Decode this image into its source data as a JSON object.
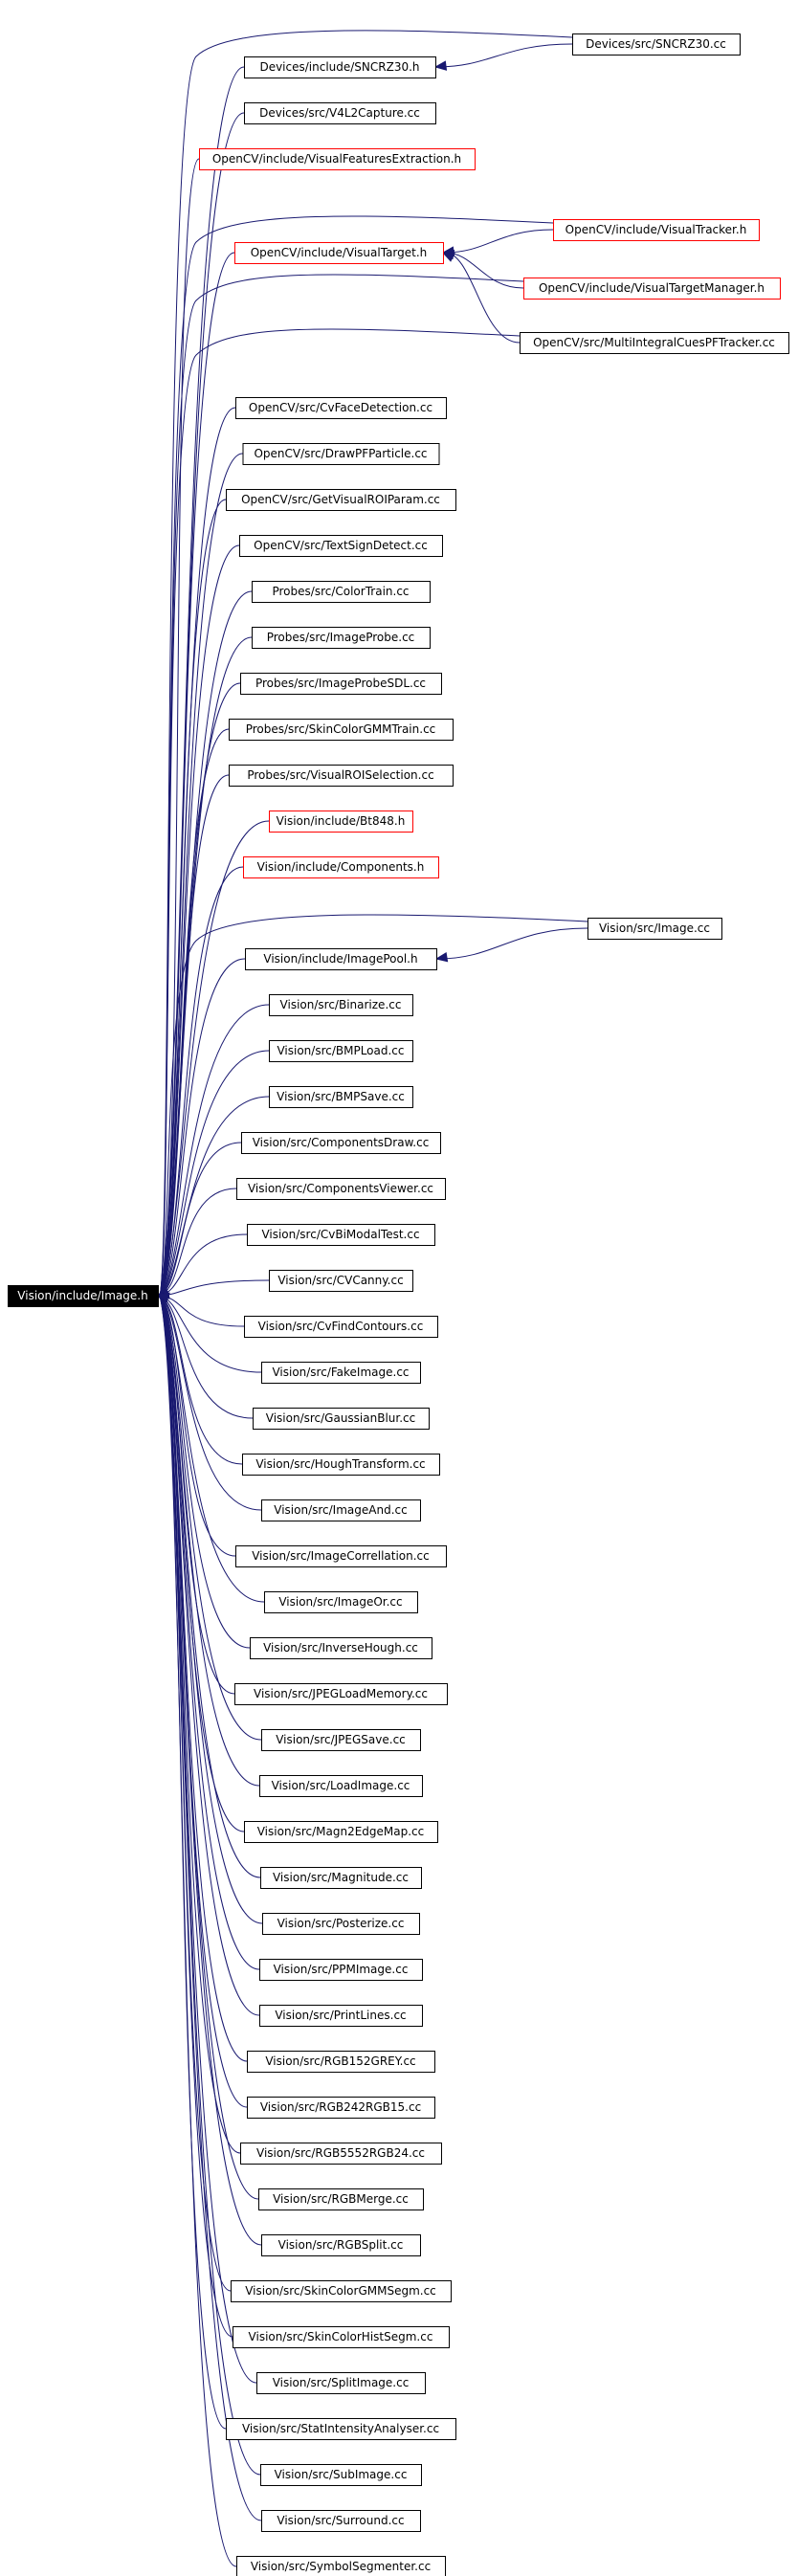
{
  "colors": {
    "edge": "#191970",
    "root_fill": "#000000",
    "link_border": "#ff0000",
    "box_border": "#000000"
  },
  "root": {
    "label": "Vision/include/Image.h"
  },
  "nodes": [
    {
      "id": "devices-src-sncrz30",
      "label": "Devices/src/SNCRZ30.cc",
      "style": "black"
    },
    {
      "id": "devices-include-sncrz30",
      "label": "Devices/include/SNCRZ30.h",
      "style": "black"
    },
    {
      "id": "devices-src-v4l2capture",
      "label": "Devices/src/V4L2Capture.cc",
      "style": "black"
    },
    {
      "id": "opencv-include-visualfeaturesextraction",
      "label": "OpenCV/include/VisualFeaturesExtraction.h",
      "style": "red"
    },
    {
      "id": "opencv-include-visualtracker",
      "label": "OpenCV/include/VisualTracker.h",
      "style": "red"
    },
    {
      "id": "opencv-include-visualtarget",
      "label": "OpenCV/include/VisualTarget.h",
      "style": "red"
    },
    {
      "id": "opencv-include-visualtargetmanager",
      "label": "OpenCV/include/VisualTargetManager.h",
      "style": "red"
    },
    {
      "id": "opencv-src-multiintegralcuespftracker",
      "label": "OpenCV/src/MultiIntegralCuesPFTracker.cc",
      "style": "black"
    },
    {
      "id": "opencv-src-cvfacedetection",
      "label": "OpenCV/src/CvFaceDetection.cc",
      "style": "black"
    },
    {
      "id": "opencv-src-drawpfparticle",
      "label": "OpenCV/src/DrawPFParticle.cc",
      "style": "black"
    },
    {
      "id": "opencv-src-getvisualroiparam",
      "label": "OpenCV/src/GetVisualROIParam.cc",
      "style": "black"
    },
    {
      "id": "opencv-src-textsigndetect",
      "label": "OpenCV/src/TextSignDetect.cc",
      "style": "black"
    },
    {
      "id": "probes-src-colortrain",
      "label": "Probes/src/ColorTrain.cc",
      "style": "black"
    },
    {
      "id": "probes-src-imageprobe",
      "label": "Probes/src/ImageProbe.cc",
      "style": "black"
    },
    {
      "id": "probes-src-imageprobesdl",
      "label": "Probes/src/ImageProbeSDL.cc",
      "style": "black"
    },
    {
      "id": "probes-src-skincolorgmmtrain",
      "label": "Probes/src/SkinColorGMMTrain.cc",
      "style": "black"
    },
    {
      "id": "probes-src-visualroiselection",
      "label": "Probes/src/VisualROISelection.cc",
      "style": "black"
    },
    {
      "id": "vision-include-bt848",
      "label": "Vision/include/Bt848.h",
      "style": "red"
    },
    {
      "id": "vision-include-components",
      "label": "Vision/include/Components.h",
      "style": "red"
    },
    {
      "id": "vision-src-image",
      "label": "Vision/src/Image.cc",
      "style": "black"
    },
    {
      "id": "vision-include-imagepool",
      "label": "Vision/include/ImagePool.h",
      "style": "black"
    },
    {
      "id": "vision-src-binarize",
      "label": "Vision/src/Binarize.cc",
      "style": "black"
    },
    {
      "id": "vision-src-bmpload",
      "label": "Vision/src/BMPLoad.cc",
      "style": "black"
    },
    {
      "id": "vision-src-bmpsave",
      "label": "Vision/src/BMPSave.cc",
      "style": "black"
    },
    {
      "id": "vision-src-componentsdraw",
      "label": "Vision/src/ComponentsDraw.cc",
      "style": "black"
    },
    {
      "id": "vision-src-componentsviewer",
      "label": "Vision/src/ComponentsViewer.cc",
      "style": "black"
    },
    {
      "id": "vision-src-cvbimodaltest",
      "label": "Vision/src/CvBiModalTest.cc",
      "style": "black"
    },
    {
      "id": "vision-src-cvcanny",
      "label": "Vision/src/CVCanny.cc",
      "style": "black"
    },
    {
      "id": "vision-src-cvfindcontours",
      "label": "Vision/src/CvFindContours.cc",
      "style": "black"
    },
    {
      "id": "vision-src-fakeimage",
      "label": "Vision/src/FakeImage.cc",
      "style": "black"
    },
    {
      "id": "vision-src-gaussianblur",
      "label": "Vision/src/GaussianBlur.cc",
      "style": "black"
    },
    {
      "id": "vision-src-houghtransform",
      "label": "Vision/src/HoughTransform.cc",
      "style": "black"
    },
    {
      "id": "vision-src-imageand",
      "label": "Vision/src/ImageAnd.cc",
      "style": "black"
    },
    {
      "id": "vision-src-imagecorrellation",
      "label": "Vision/src/ImageCorrellation.cc",
      "style": "black"
    },
    {
      "id": "vision-src-imageor",
      "label": "Vision/src/ImageOr.cc",
      "style": "black"
    },
    {
      "id": "vision-src-inversehough",
      "label": "Vision/src/InverseHough.cc",
      "style": "black"
    },
    {
      "id": "vision-src-jpegloadmemory",
      "label": "Vision/src/JPEGLoadMemory.cc",
      "style": "black"
    },
    {
      "id": "vision-src-jpegsave",
      "label": "Vision/src/JPEGSave.cc",
      "style": "black"
    },
    {
      "id": "vision-src-loadimage",
      "label": "Vision/src/LoadImage.cc",
      "style": "black"
    },
    {
      "id": "vision-src-magn2edgemap",
      "label": "Vision/src/Magn2EdgeMap.cc",
      "style": "black"
    },
    {
      "id": "vision-src-magnitude",
      "label": "Vision/src/Magnitude.cc",
      "style": "black"
    },
    {
      "id": "vision-src-posterize",
      "label": "Vision/src/Posterize.cc",
      "style": "black"
    },
    {
      "id": "vision-src-ppmimage",
      "label": "Vision/src/PPMImage.cc",
      "style": "black"
    },
    {
      "id": "vision-src-printlines",
      "label": "Vision/src/PrintLines.cc",
      "style": "black"
    },
    {
      "id": "vision-src-rgb152grey",
      "label": "Vision/src/RGB152GREY.cc",
      "style": "black"
    },
    {
      "id": "vision-src-rgb242rgb15",
      "label": "Vision/src/RGB242RGB15.cc",
      "style": "black"
    },
    {
      "id": "vision-src-rgb5552rgb24",
      "label": "Vision/src/RGB5552RGB24.cc",
      "style": "black"
    },
    {
      "id": "vision-src-rgbmerge",
      "label": "Vision/src/RGBMerge.cc",
      "style": "black"
    },
    {
      "id": "vision-src-rgbsplit",
      "label": "Vision/src/RGBSplit.cc",
      "style": "black"
    },
    {
      "id": "vision-src-skincolorgmmsegm",
      "label": "Vision/src/SkinColorGMMSegm.cc",
      "style": "black"
    },
    {
      "id": "vision-src-skincolorhistsegm",
      "label": "Vision/src/SkinColorHistSegm.cc",
      "style": "black"
    },
    {
      "id": "vision-src-splitimage",
      "label": "Vision/src/SplitImage.cc",
      "style": "black"
    },
    {
      "id": "vision-src-statintensityanalyser",
      "label": "Vision/src/StatIntensityAnalyser.cc",
      "style": "black"
    },
    {
      "id": "vision-src-subimage",
      "label": "Vision/src/SubImage.cc",
      "style": "black"
    },
    {
      "id": "vision-src-surround",
      "label": "Vision/src/Surround.cc",
      "style": "black"
    },
    {
      "id": "vision-src-symbolsegmenter",
      "label": "Vision/src/SymbolSegmenter.cc",
      "style": "black"
    }
  ],
  "edges": [
    {
      "from": "devices-src-sncrz30",
      "to": "devices-include-sncrz30"
    },
    {
      "from": "devices-src-sncrz30",
      "to": "root"
    },
    {
      "from": "devices-include-sncrz30",
      "to": "root"
    },
    {
      "from": "devices-src-v4l2capture",
      "to": "root"
    },
    {
      "from": "opencv-include-visualfeaturesextraction",
      "to": "root"
    },
    {
      "from": "opencv-include-visualtracker",
      "to": "opencv-include-visualtarget"
    },
    {
      "from": "opencv-include-visualtracker",
      "to": "root"
    },
    {
      "from": "opencv-include-visualtargetmanager",
      "to": "opencv-include-visualtarget"
    },
    {
      "from": "opencv-include-visualtargetmanager",
      "to": "root"
    },
    {
      "from": "opencv-src-multiintegralcuespftracker",
      "to": "opencv-include-visualtarget"
    },
    {
      "from": "opencv-src-multiintegralcuespftracker",
      "to": "root"
    },
    {
      "from": "opencv-include-visualtarget",
      "to": "root"
    },
    {
      "from": "opencv-src-cvfacedetection",
      "to": "root"
    },
    {
      "from": "opencv-src-drawpfparticle",
      "to": "root"
    },
    {
      "from": "opencv-src-getvisualroiparam",
      "to": "root"
    },
    {
      "from": "opencv-src-textsigndetect",
      "to": "root"
    },
    {
      "from": "probes-src-colortrain",
      "to": "root"
    },
    {
      "from": "probes-src-imageprobe",
      "to": "root"
    },
    {
      "from": "probes-src-imageprobesdl",
      "to": "root"
    },
    {
      "from": "probes-src-skincolorgmmtrain",
      "to": "root"
    },
    {
      "from": "probes-src-visualroiselection",
      "to": "root"
    },
    {
      "from": "vision-include-bt848",
      "to": "root"
    },
    {
      "from": "vision-include-components",
      "to": "root"
    },
    {
      "from": "vision-src-image",
      "to": "vision-include-imagepool"
    },
    {
      "from": "vision-src-image",
      "to": "root"
    },
    {
      "from": "vision-include-imagepool",
      "to": "root"
    },
    {
      "from": "vision-src-binarize",
      "to": "root"
    },
    {
      "from": "vision-src-bmpload",
      "to": "root"
    },
    {
      "from": "vision-src-bmpsave",
      "to": "root"
    },
    {
      "from": "vision-src-componentsdraw",
      "to": "root"
    },
    {
      "from": "vision-src-componentsviewer",
      "to": "root"
    },
    {
      "from": "vision-src-cvbimodaltest",
      "to": "root"
    },
    {
      "from": "vision-src-cvcanny",
      "to": "root"
    },
    {
      "from": "vision-src-cvfindcontours",
      "to": "root"
    },
    {
      "from": "vision-src-fakeimage",
      "to": "root"
    },
    {
      "from": "vision-src-gaussianblur",
      "to": "root"
    },
    {
      "from": "vision-src-houghtransform",
      "to": "root"
    },
    {
      "from": "vision-src-imageand",
      "to": "root"
    },
    {
      "from": "vision-src-imagecorrellation",
      "to": "root"
    },
    {
      "from": "vision-src-imageor",
      "to": "root"
    },
    {
      "from": "vision-src-inversehough",
      "to": "root"
    },
    {
      "from": "vision-src-jpegloadmemory",
      "to": "root"
    },
    {
      "from": "vision-src-jpegsave",
      "to": "root"
    },
    {
      "from": "vision-src-loadimage",
      "to": "root"
    },
    {
      "from": "vision-src-magn2edgemap",
      "to": "root"
    },
    {
      "from": "vision-src-magnitude",
      "to": "root"
    },
    {
      "from": "vision-src-posterize",
      "to": "root"
    },
    {
      "from": "vision-src-ppmimage",
      "to": "root"
    },
    {
      "from": "vision-src-printlines",
      "to": "root"
    },
    {
      "from": "vision-src-rgb152grey",
      "to": "root"
    },
    {
      "from": "vision-src-rgb242rgb15",
      "to": "root"
    },
    {
      "from": "vision-src-rgb5552rgb24",
      "to": "root"
    },
    {
      "from": "vision-src-rgbmerge",
      "to": "root"
    },
    {
      "from": "vision-src-rgbsplit",
      "to": "root"
    },
    {
      "from": "vision-src-skincolorgmmsegm",
      "to": "root"
    },
    {
      "from": "vision-src-skincolorhistsegm",
      "to": "root"
    },
    {
      "from": "vision-src-splitimage",
      "to": "root"
    },
    {
      "from": "vision-src-statintensityanalyser",
      "to": "root"
    },
    {
      "from": "vision-src-subimage",
      "to": "root"
    },
    {
      "from": "vision-src-surround",
      "to": "root"
    },
    {
      "from": "vision-src-symbolsegmenter",
      "to": "root"
    }
  ]
}
